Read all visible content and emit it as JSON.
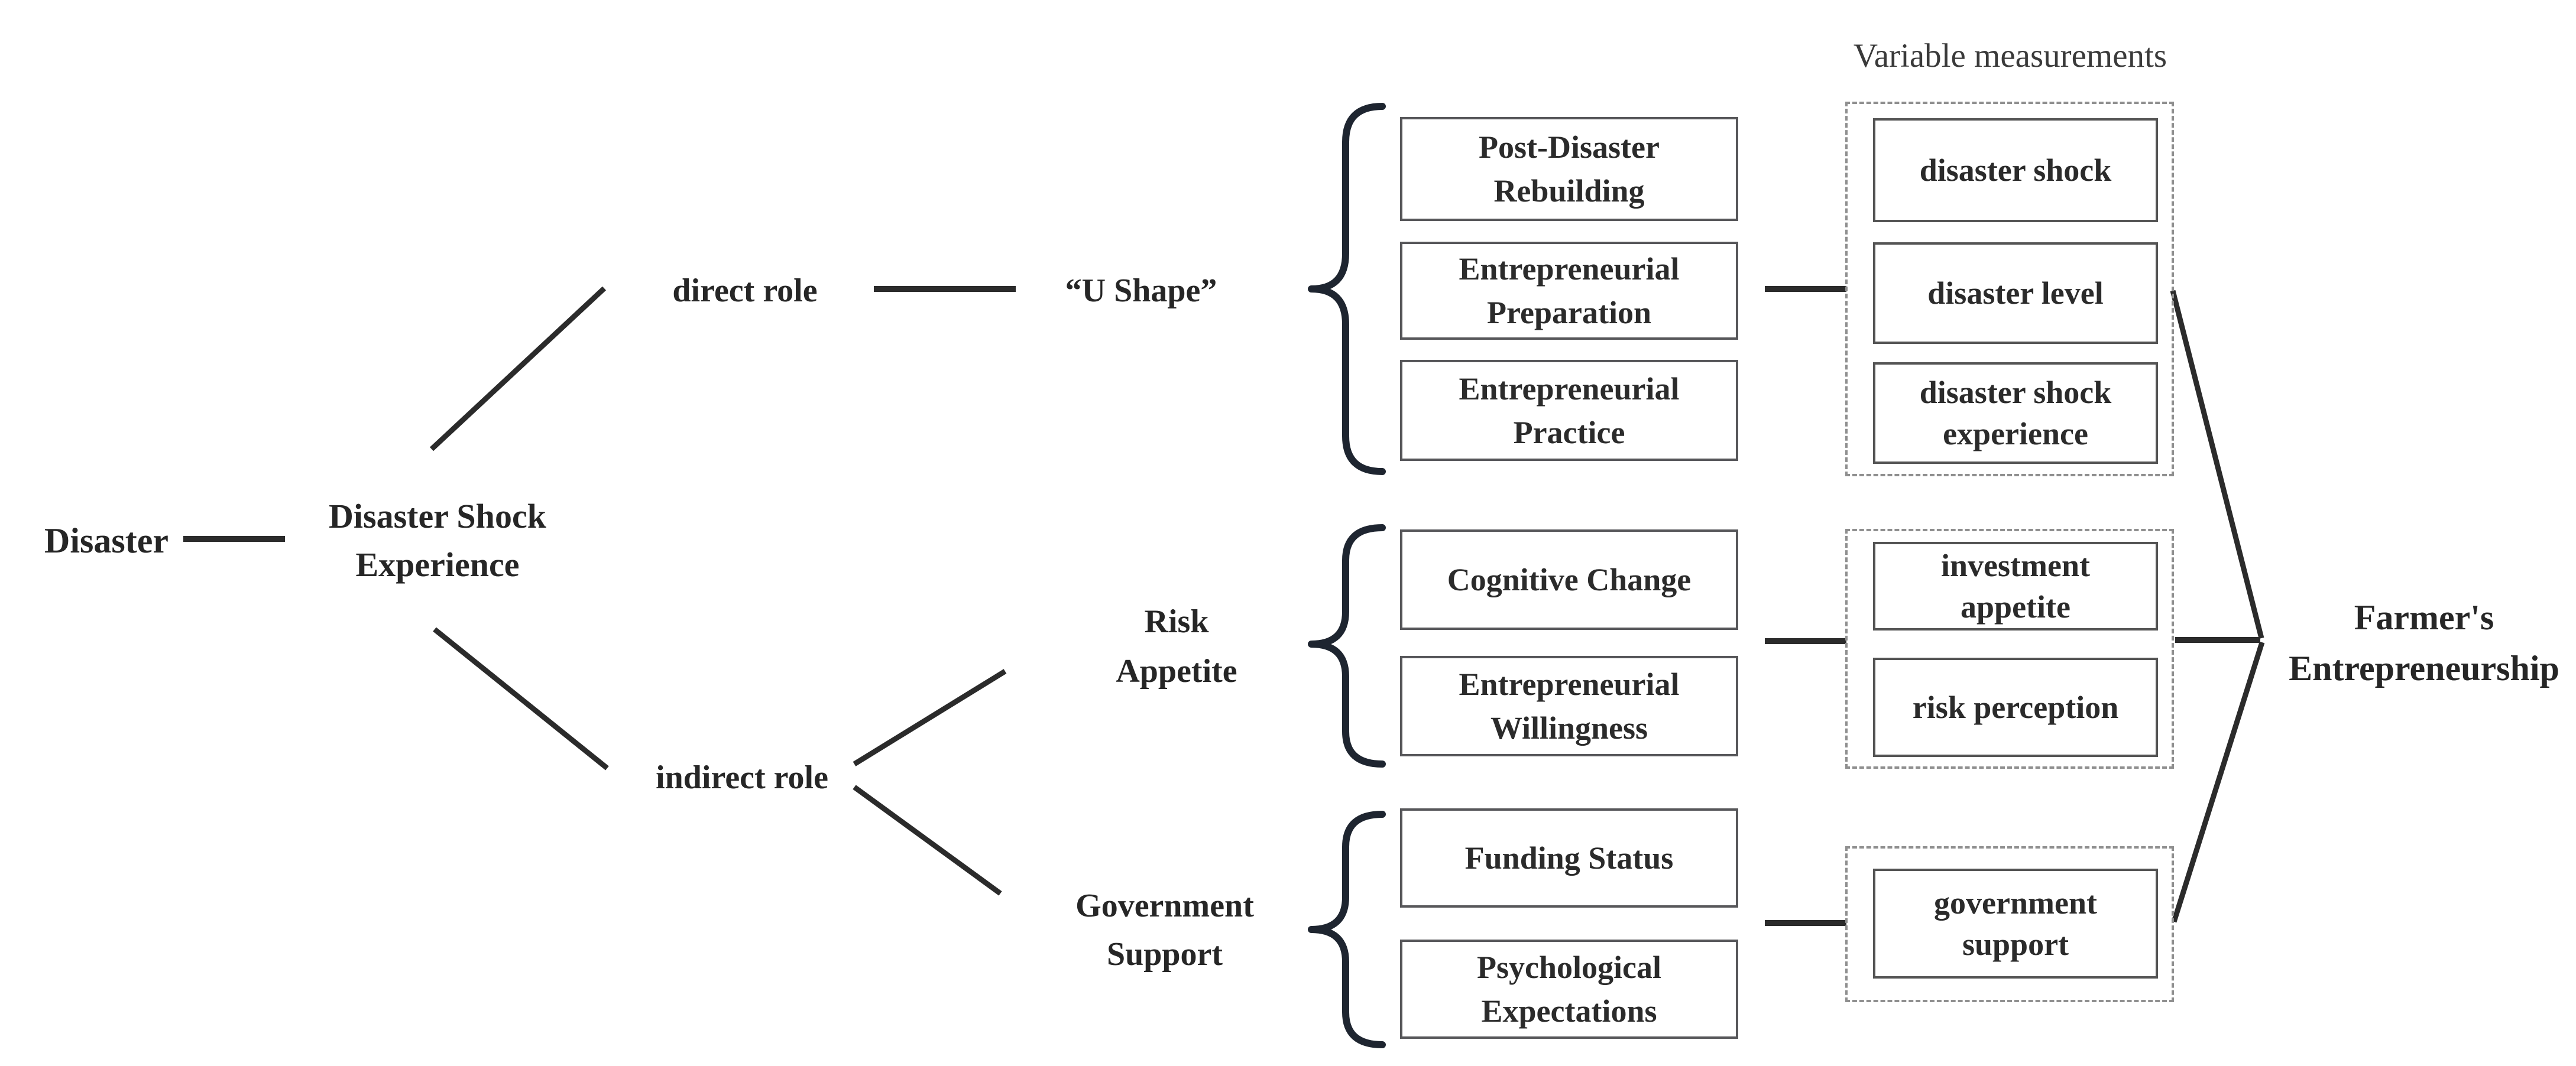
{
  "title": "Variable measurements",
  "nodes": {
    "source": "Disaster",
    "experience": "Disaster Shock\nExperience",
    "direct_role": "direct role",
    "indirect_role": "indirect role",
    "u_shape": "“U Shape”",
    "risk_appetite": "Risk\nAppetite",
    "government_support": "Government\nSupport",
    "outcome": "Farmer's\nEntrepreneurship"
  },
  "dimension_boxes": [
    "Post-Disaster\nRebuilding",
    "Entrepreneurial\nPreparation",
    "Entrepreneurial\nPractice",
    "Cognitive Change",
    "Entrepreneurial\nWillingness",
    "Funding Status",
    "Psychological\nExpectations"
  ],
  "measurement_boxes": [
    "disaster shock",
    "disaster level",
    "disaster shock\nexperience",
    "investment\nappetite",
    "risk perception",
    "government\nsupport"
  ],
  "edges": [
    {
      "from": "Disaster",
      "to": "Disaster Shock Experience"
    },
    {
      "from": "Disaster Shock Experience",
      "to": "direct role"
    },
    {
      "from": "Disaster Shock Experience",
      "to": "indirect role"
    },
    {
      "from": "direct role",
      "to": "“U Shape”"
    },
    {
      "from": "indirect role",
      "to": "Risk Appetite"
    },
    {
      "from": "indirect role",
      "to": "Government Support"
    },
    {
      "from": "“U Shape” dimensions",
      "to": "disaster measurements"
    },
    {
      "from": "Risk Appetite dimensions",
      "to": "risk measurements"
    },
    {
      "from": "Government Support dimensions",
      "to": "government support measurement"
    },
    {
      "from": "disaster measurements",
      "to": "Farmer's Entrepreneurship"
    },
    {
      "from": "risk measurements",
      "to": "Farmer's Entrepreneurship"
    },
    {
      "from": "government support measurement",
      "to": "Farmer's Entrepreneurship"
    }
  ],
  "colors": {
    "background": "#ffffff",
    "text": "#262626",
    "line": "#2b2b2b",
    "box_border": "#57575a",
    "dashed_border": "#8f8f8f",
    "brace": "#1e2530"
  }
}
